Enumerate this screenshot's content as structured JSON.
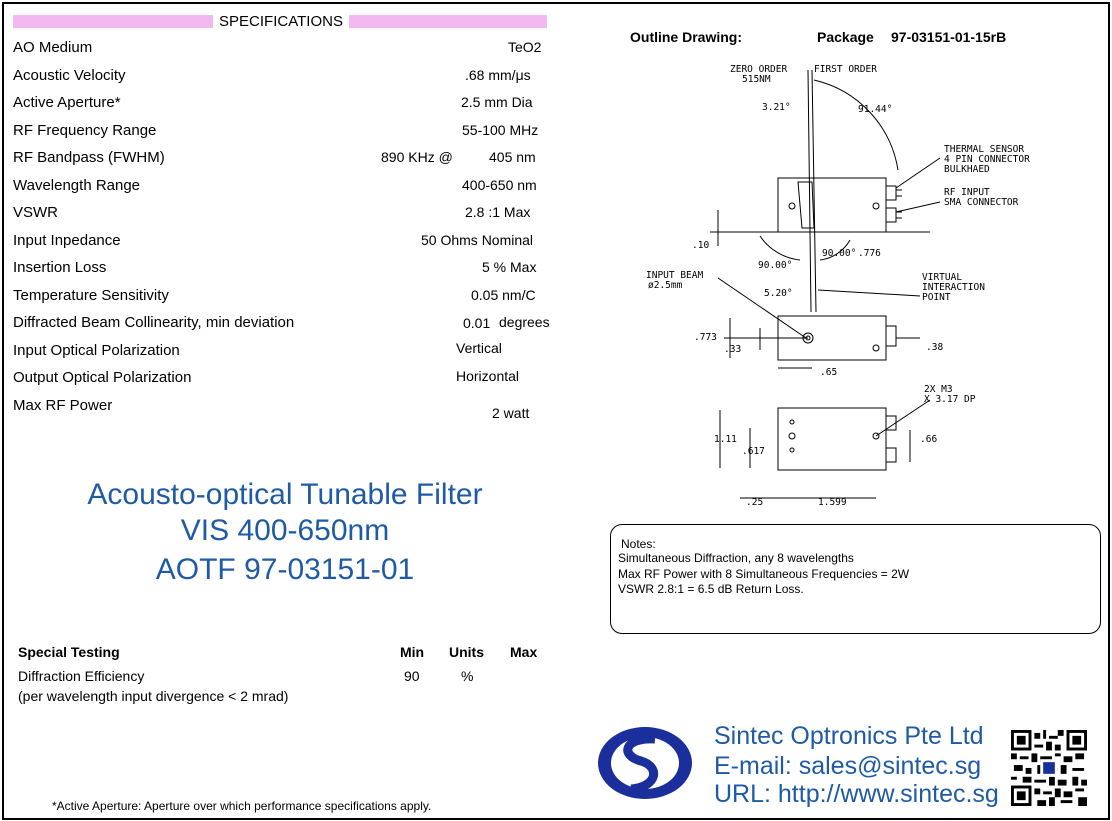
{
  "specs": {
    "header": "SPECIFICATIONS",
    "rows": [
      {
        "label": "AO Medium",
        "value": "TeO2"
      },
      {
        "label": "Acoustic Velocity",
        "value": ".68 mm/μs"
      },
      {
        "label": "Active Aperture*",
        "value": "2.5  mm Dia"
      },
      {
        "label": "RF Frequency Range",
        "value": "55-100 MHz"
      },
      {
        "label": "RF Bandpass (FWHM)",
        "value": "890 KHz @",
        "value2": "405 nm"
      },
      {
        "label": "Wavelength Range",
        "value": "400-650  nm"
      },
      {
        "label": "VSWR",
        "value": "2.8 :1  Max"
      },
      {
        "label": "Input Inpedance",
        "value": "50   Ohms Nominal"
      },
      {
        "label": "Insertion Loss",
        "value": "5 % Max"
      },
      {
        "label": "Temperature Sensitivity",
        "value": "0.05 nm/C"
      },
      {
        "label": "Diffracted Beam Collinearity, min deviation",
        "value": "0.01",
        "value2": "degrees"
      },
      {
        "label": "Input Optical Polarization",
        "value": "Vertical"
      },
      {
        "label": "Output Optical Polarization",
        "value": "Horizontal"
      },
      {
        "label": "Max RF Power",
        "value": "2 watt"
      }
    ]
  },
  "title": {
    "line1": "Acousto-optical Tunable Filter",
    "line2": "VIS 400-650nm",
    "line3": "AOTF 97-03151-01"
  },
  "special_testing": {
    "header": "Special Testing",
    "col_min": "Min",
    "col_units": "Units",
    "col_max": "Max",
    "row_label": "Diffraction Efficiency",
    "row_min": "90",
    "row_units": "%",
    "row_note": "(per wavelength input divergence < 2 mrad)"
  },
  "footnote": "*Active Aperture: Aperture over which performance specifications apply.",
  "outline": {
    "label": "Outline Drawing:",
    "package_label": "Package",
    "package_number": "97-03151-01-15rB"
  },
  "drawing_labels": {
    "zero_order": "ZERO ORDER",
    "zero_order_nm": "515NM",
    "first_order": "FIRST ORDER",
    "angle_321": "3.21°",
    "angle_9144": "91.44°",
    "thermal1": "THERMAL SENSOR",
    "thermal2": "4 PIN CONNECTOR",
    "thermal3": "BULKHAED",
    "rf1": "RF INPUT",
    "rf2": "SMA CONNECTOR",
    "d010": ".10",
    "d9000a": "90.00°",
    "d9000b": "90.00°",
    "d776": ".776",
    "input_beam1": "INPUT BEAM",
    "input_beam2": "ø2.5mm",
    "virtual1": "VIRTUAL",
    "virtual2": "INTERACTION",
    "virtual3": "POINT",
    "d520": "5.20°",
    "d773": ".773",
    "d033": ".33",
    "d038": ".38",
    "d065": ".65",
    "m3a": "2X M3",
    "m3b": "X 3.17 DP",
    "d111": "1.11",
    "d617": ".617",
    "d066": ".66",
    "d025": ".25",
    "d1599": "1.599"
  },
  "notes": {
    "title": "Notes:",
    "line1": "Simultaneous Diffraction, any 8 wavelengths",
    "line2": "Max RF Power with 8 Simultaneous Frequencies = 2W",
    "line3": "VSWR 2.8:1 = 6.5 dB Return Loss."
  },
  "company": {
    "name": "Sintec Optronics Pte Ltd",
    "email": "E-mail: sales@sintec.sg",
    "url": "URL: http://www.sintec.sg"
  },
  "colors": {
    "accent_blue": "#1f5aa6",
    "pink_bar": "#f3b8ef"
  }
}
